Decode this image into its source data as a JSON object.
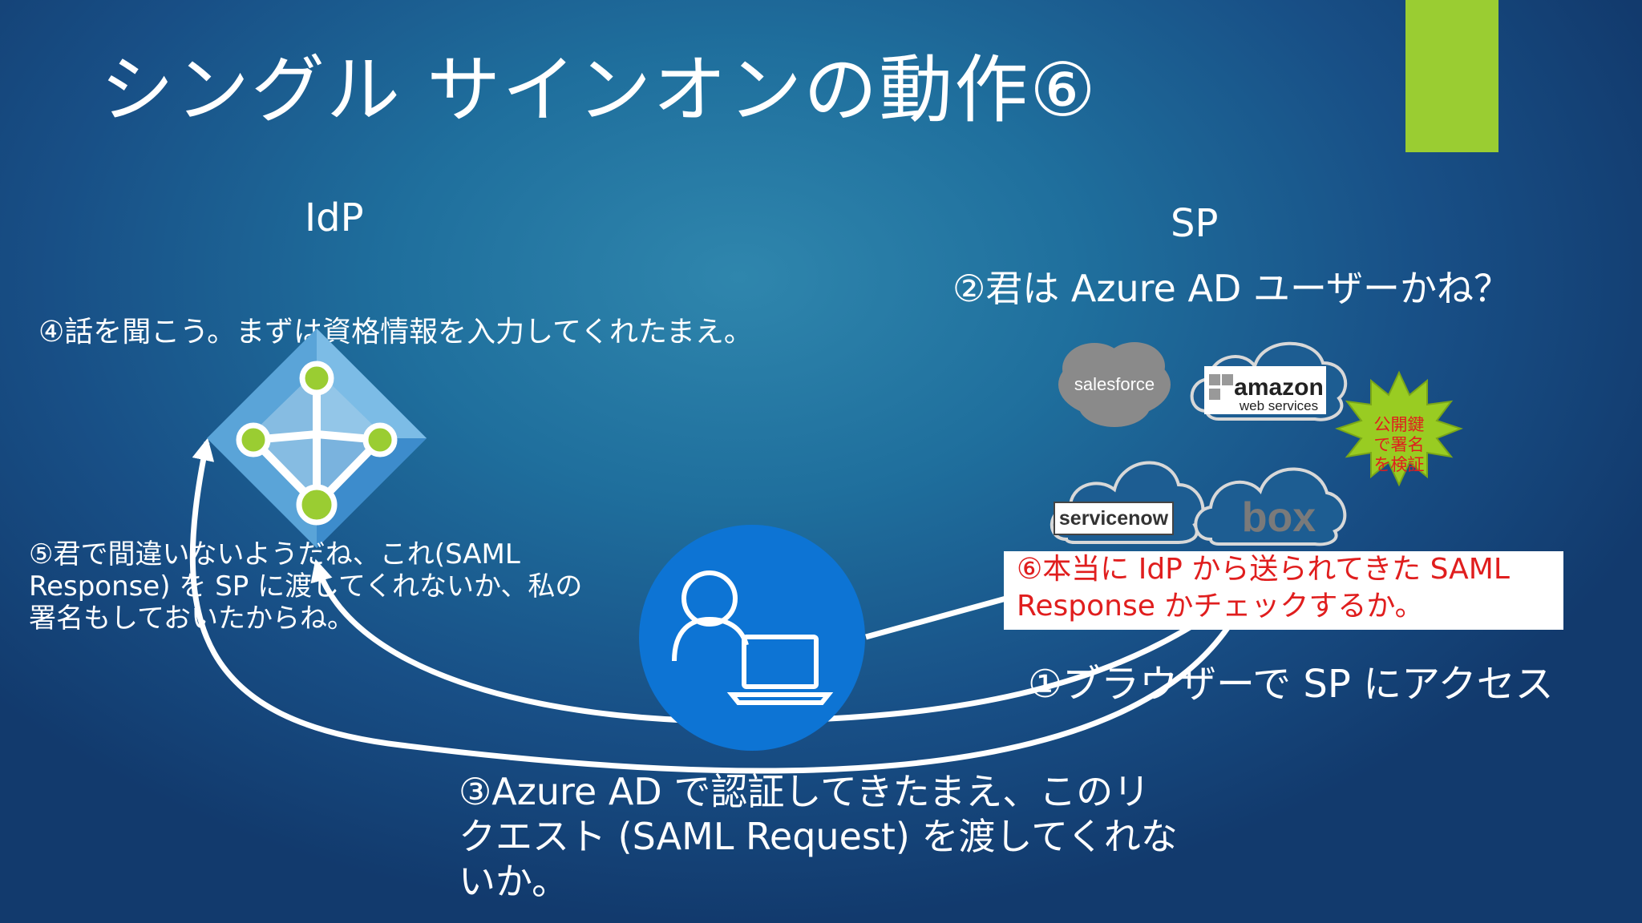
{
  "slide": {
    "title": "シングル サインオンの動作⑥",
    "accent_color": "#9acd32",
    "background_colors": [
      "#2f86ad",
      "#184f86",
      "#123a6d"
    ]
  },
  "idp": {
    "label": "IdP",
    "icon": "azure-ad-icon",
    "step4": "④話を聞こう。まずは資格情報を入力してくれたまえ。",
    "step5_lines": [
      "⑤君で間違いないようだね、これ(SAML",
      "Response) を SP に渡してくれないか、私の",
      "署名もしておいたからね。"
    ]
  },
  "sp": {
    "label": "SP",
    "step2": "②君は Azure AD ユーザーかね？",
    "logos": [
      {
        "name": "salesforce",
        "text": "salesforce"
      },
      {
        "name": "amazon",
        "text": "amazon",
        "subtext": "web services"
      },
      {
        "name": "servicenow",
        "text": "servicenow"
      },
      {
        "name": "box",
        "text": "box"
      }
    ],
    "badge_lines": [
      "公開鍵",
      "で署名",
      "を検証"
    ],
    "badge_color": "#99cc22"
  },
  "user": {
    "icon": "user-laptop-icon",
    "circle_color": "#0d74d4"
  },
  "steps": {
    "step1": "①ブラウザーで SP にアクセス",
    "step3_lines": [
      "③Azure AD で認証してきたまえ、このリ",
      "クエスト (SAML Request) を渡してくれな",
      "いか。"
    ],
    "step6_lines": [
      "⑥本当に IdP から送られてきた SAML",
      "Response かチェックするか。"
    ],
    "step6_color": "#e01e1e"
  }
}
